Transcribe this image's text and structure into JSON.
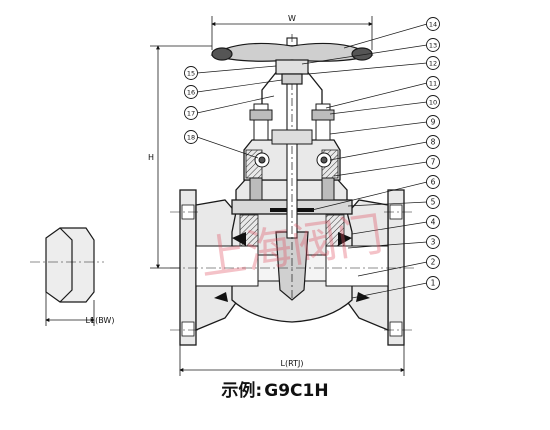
{
  "dimensions": {
    "width_label": "W",
    "height_label": "H",
    "length_rtj_label": "L(RTJ)",
    "length_bw_label": "L1(BW)"
  },
  "part_numbers": [
    "1",
    "2",
    "3",
    "4",
    "5",
    "6",
    "7",
    "8",
    "9",
    "10",
    "11",
    "12",
    "13",
    "14",
    "15",
    "16",
    "17",
    "18"
  ],
  "caption": {
    "prefix": "示例:",
    "model": "G9C1H"
  },
  "watermark": "上海阀门",
  "colors": {
    "line": "#1a1a1a",
    "body_fill": "#e9e9e9",
    "hatch": "#333333",
    "gasket": "#111111",
    "watermark": "#e05060"
  }
}
